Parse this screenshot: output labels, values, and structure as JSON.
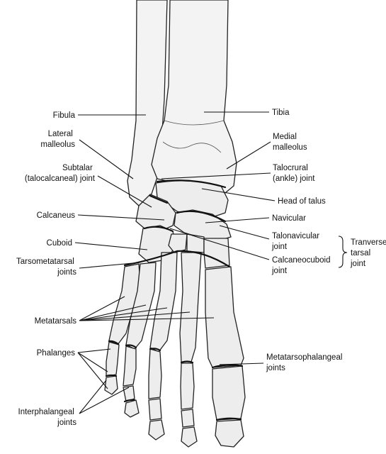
{
  "labels": {
    "fibula": "Fibula",
    "tibia": "Tibia",
    "lateral_malleolus": [
      "Lateral",
      "malleolus"
    ],
    "medial_malleolus": [
      "Medial",
      "malleolus"
    ],
    "subtalar_joint": [
      "Subtalar",
      "(talocalcaneal) joint"
    ],
    "talocrural_joint": [
      "Talocrural",
      "(ankle) joint"
    ],
    "head_of_talus": "Head of talus",
    "calcaneus": "Calcaneus",
    "navicular": "Navicular",
    "talonavicular_joint": [
      "Talonavicular",
      "joint"
    ],
    "cuboid": "Cuboid",
    "calcaneocuboid_joint": [
      "Calcaneocuboid",
      "joint"
    ],
    "transverse_tarsal_joint": [
      "Tranverse",
      "tarsal",
      "joint"
    ],
    "tarsometatarsal_joints": [
      "Tarsometatarsal",
      "joints"
    ],
    "metatarsals": "Metatarsals",
    "phalanges": "Phalanges",
    "metatarsophalangeal_joints": [
      "Metatarsophalangeal",
      "joints"
    ],
    "interphalangeal_joints": [
      "Interphalangeal",
      "joints"
    ]
  }
}
